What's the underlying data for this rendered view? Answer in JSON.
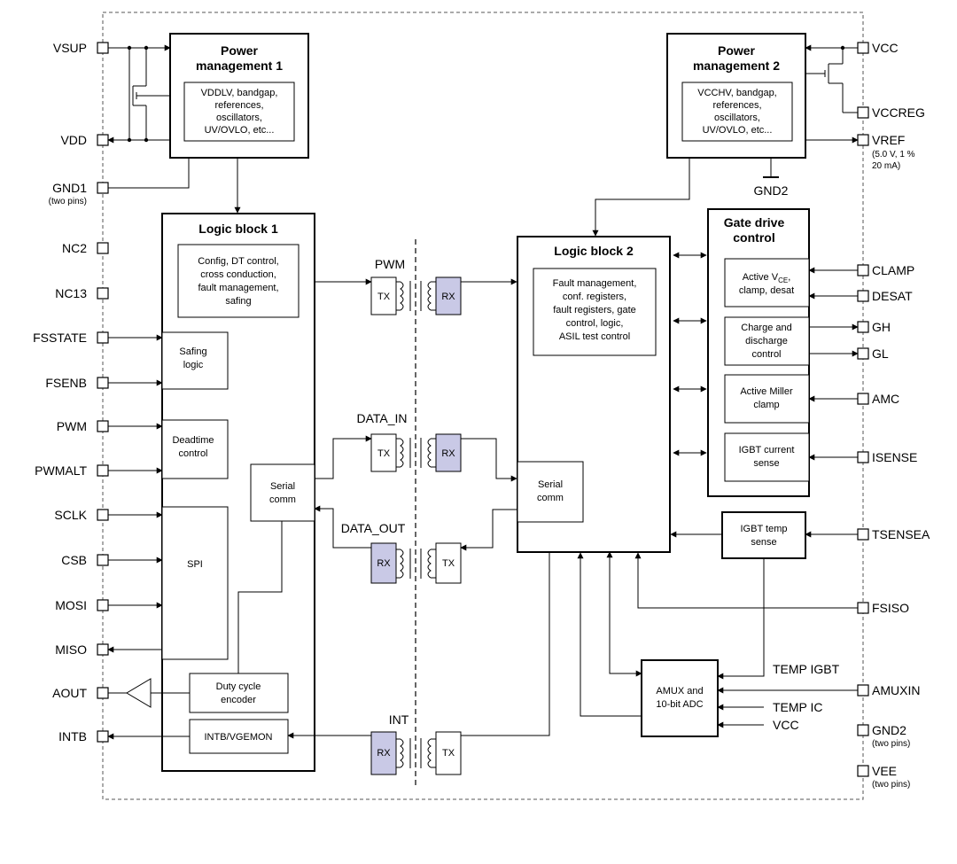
{
  "blocks": {
    "pm1": {
      "title1": "Power",
      "title2": "management 1",
      "l1": "VDDLV, bandgap,",
      "l2": "references,",
      "l3": "oscillators,",
      "l4": "UV/OVLO, etc..."
    },
    "pm2": {
      "title1": "Power",
      "title2": "management 2",
      "l1": "VCCHV, bandgap,",
      "l2": "references,",
      "l3": "oscillators,",
      "l4": "UV/OVLO, etc..."
    },
    "lb1": {
      "title": "Logic block 1",
      "l1": "Config, DT control,",
      "l2": "cross conduction,",
      "l3": "fault management,",
      "l4": "safing"
    },
    "lb2": {
      "title": "Logic block 2",
      "l1": "Fault management,",
      "l2": "conf. registers,",
      "l3": "fault registers, gate",
      "l4": "control, logic,",
      "l5": "ASIL test control"
    },
    "safing": {
      "l1": "Safing",
      "l2": "logic"
    },
    "deadtime": {
      "l1": "Deadtime",
      "l2": "control"
    },
    "spi": {
      "l1": "SPI"
    },
    "serial1": {
      "l1": "Serial",
      "l2": "comm"
    },
    "serial2": {
      "l1": "Serial",
      "l2": "comm"
    },
    "duty": {
      "l1": "Duty cycle",
      "l2": "encoder"
    },
    "intb": {
      "l1": "INTB/VGEMON"
    },
    "gdc": {
      "title1": "Gate drive",
      "title2": "control"
    },
    "activevce": {
      "l1": "Active V",
      "l1sub": "CE",
      "l1tail": ",",
      "l2": "clamp, desat"
    },
    "charge": {
      "l1": "Charge and",
      "l2": "discharge",
      "l3": "control"
    },
    "miller": {
      "l1": "Active Miller",
      "l2": "clamp"
    },
    "igbtcur": {
      "l1": "IGBT current",
      "l2": "sense"
    },
    "igbttemp": {
      "l1": "IGBT temp",
      "l2": "sense"
    },
    "amux": {
      "l1": "AMUX and",
      "l2": "10-bit ADC"
    }
  },
  "iso": {
    "tx": "TX",
    "rx": "RX",
    "pwm": "PWM",
    "data_in": "DATA_IN",
    "data_out": "DATA_OUT",
    "int": "INT"
  },
  "left_pins": {
    "vsup": "VSUP",
    "vdd": "VDD",
    "gnd1": "GND1",
    "gnd1_note": "(two pins)",
    "nc2": "NC2",
    "nc13": "NC13",
    "fsstate": "FSSTATE",
    "fsenb": "FSENB",
    "pwm": "PWM",
    "pwmalt": "PWMALT",
    "sclk": "SCLK",
    "csb": "CSB",
    "mosi": "MOSI",
    "miso": "MISO",
    "aout": "AOUT",
    "intb": "INTB"
  },
  "right_pins": {
    "vcc": "VCC",
    "vccreg": "VCCREG",
    "vref": "VREF",
    "vref_note1": "(5.0 V, 1 %",
    "vref_note2": "20 mA)",
    "clamp": "CLAMP",
    "desat": "DESAT",
    "gh": "GH",
    "gl": "GL",
    "amc": "AMC",
    "isense": "ISENSE",
    "tsensea": "TSENSEA",
    "fsiso": "FSISO",
    "amuxin": "AMUXIN",
    "gnd2": "GND2",
    "gnd2_note": "(two pins)",
    "vee": "VEE",
    "vee_note": "(two pins)"
  },
  "labels": {
    "gnd2_inner": "GND2",
    "temp_igbt": "TEMP IGBT",
    "temp_ic": "TEMP IC",
    "vcc_in": "VCC"
  }
}
